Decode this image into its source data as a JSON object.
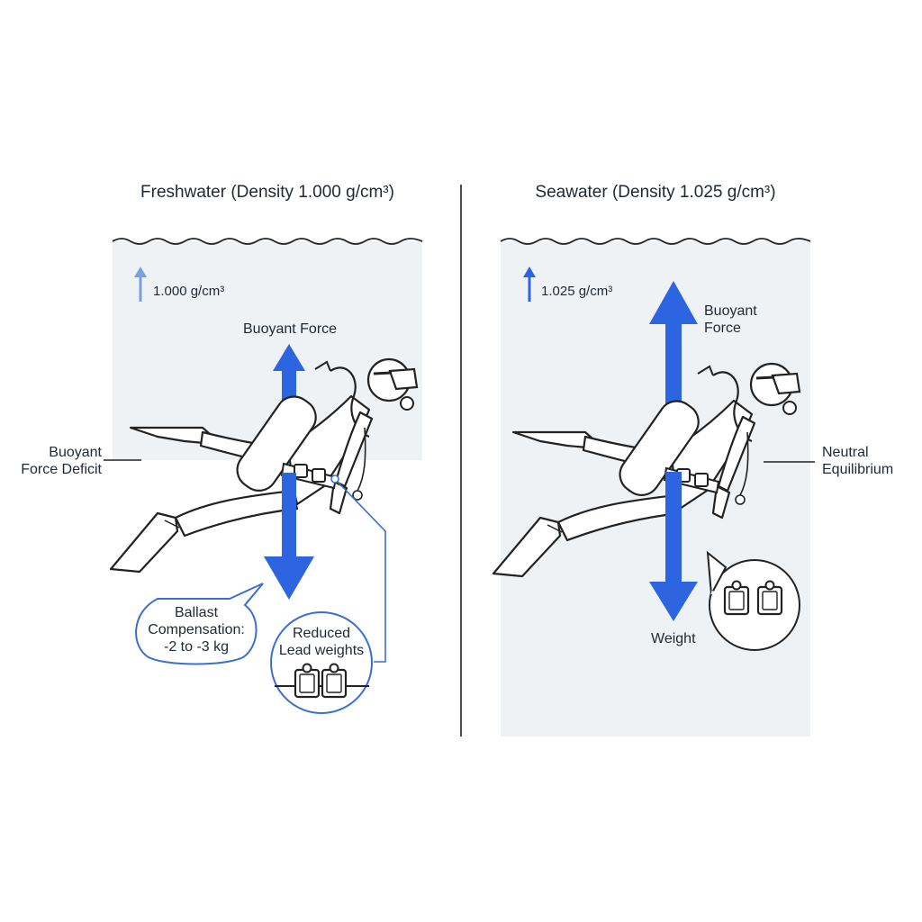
{
  "panels": {
    "freshwater": {
      "title": "Freshwater (Density 1.000 g/cm³)",
      "density_label": "1.000 g/cm³",
      "buoyant_force_label": "Buoyant Force",
      "deficit_label_line1": "Buoyant",
      "deficit_label_line2": "Force Deficit",
      "ballast_line1": "Ballast",
      "ballast_line2": "Compensation:",
      "ballast_line3": "-2 to -3 kg",
      "weights_line1": "Reduced",
      "weights_line2": "Lead weights"
    },
    "seawater": {
      "title": "Seawater (Density 1.025 g/cm³)",
      "density_label": "1.025 g/cm³",
      "buoyant_force_line1": "Buoyant",
      "buoyant_force_line2": "Force",
      "equilibrium_line1": "Neutral",
      "equilibrium_line2": "Equilibrium",
      "weight_label": "Weight"
    }
  },
  "colors": {
    "arrow_blue": "#2d64e0",
    "callout_blue": "#3a6fd0",
    "water_fill": "#eef2f5",
    "ink": "#1f2933"
  },
  "icons": [
    "up-arrow-icon",
    "lead-weight-icon",
    "scuba-diver-icon",
    "wave-surface-icon"
  ]
}
